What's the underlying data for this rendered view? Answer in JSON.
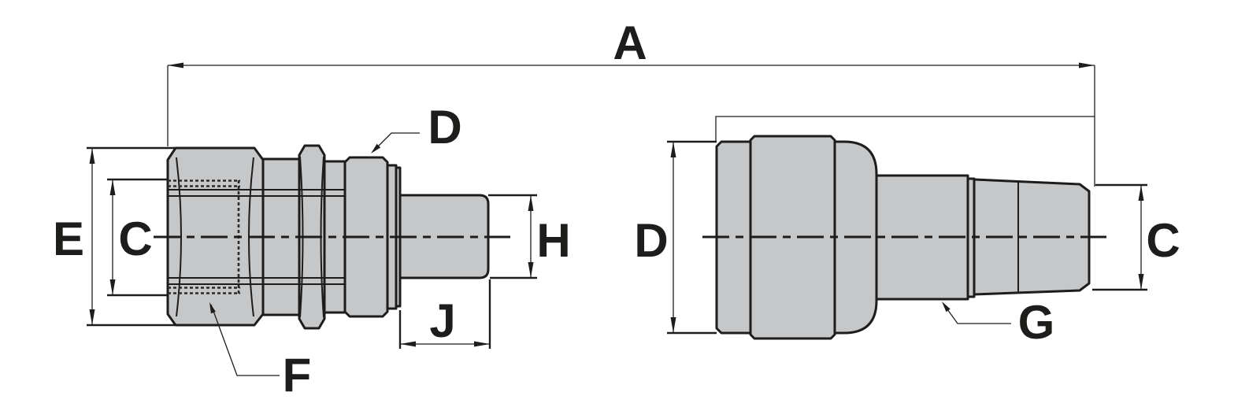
{
  "diagram": {
    "kind": "technical-drawing",
    "description": "Side-view dimensional drawing of a two-piece hose quick-connect: female swivel coupling (left) and male plug with hose barb (right)",
    "colors": {
      "part_fill": "#c6c7c9",
      "line": "#1d1d1b",
      "background": "#ffffff"
    }
  },
  "labels": {
    "overall_length": "A",
    "socket_hex_od": "E",
    "socket_thread_id": "C",
    "socket_collar_od": "D",
    "socket_thread_callout": "F",
    "socket_stem_od": "H",
    "socket_stem_length": "J",
    "plug_body_od": "D",
    "plug_barb_callout": "G",
    "plug_tip_od": "C"
  }
}
